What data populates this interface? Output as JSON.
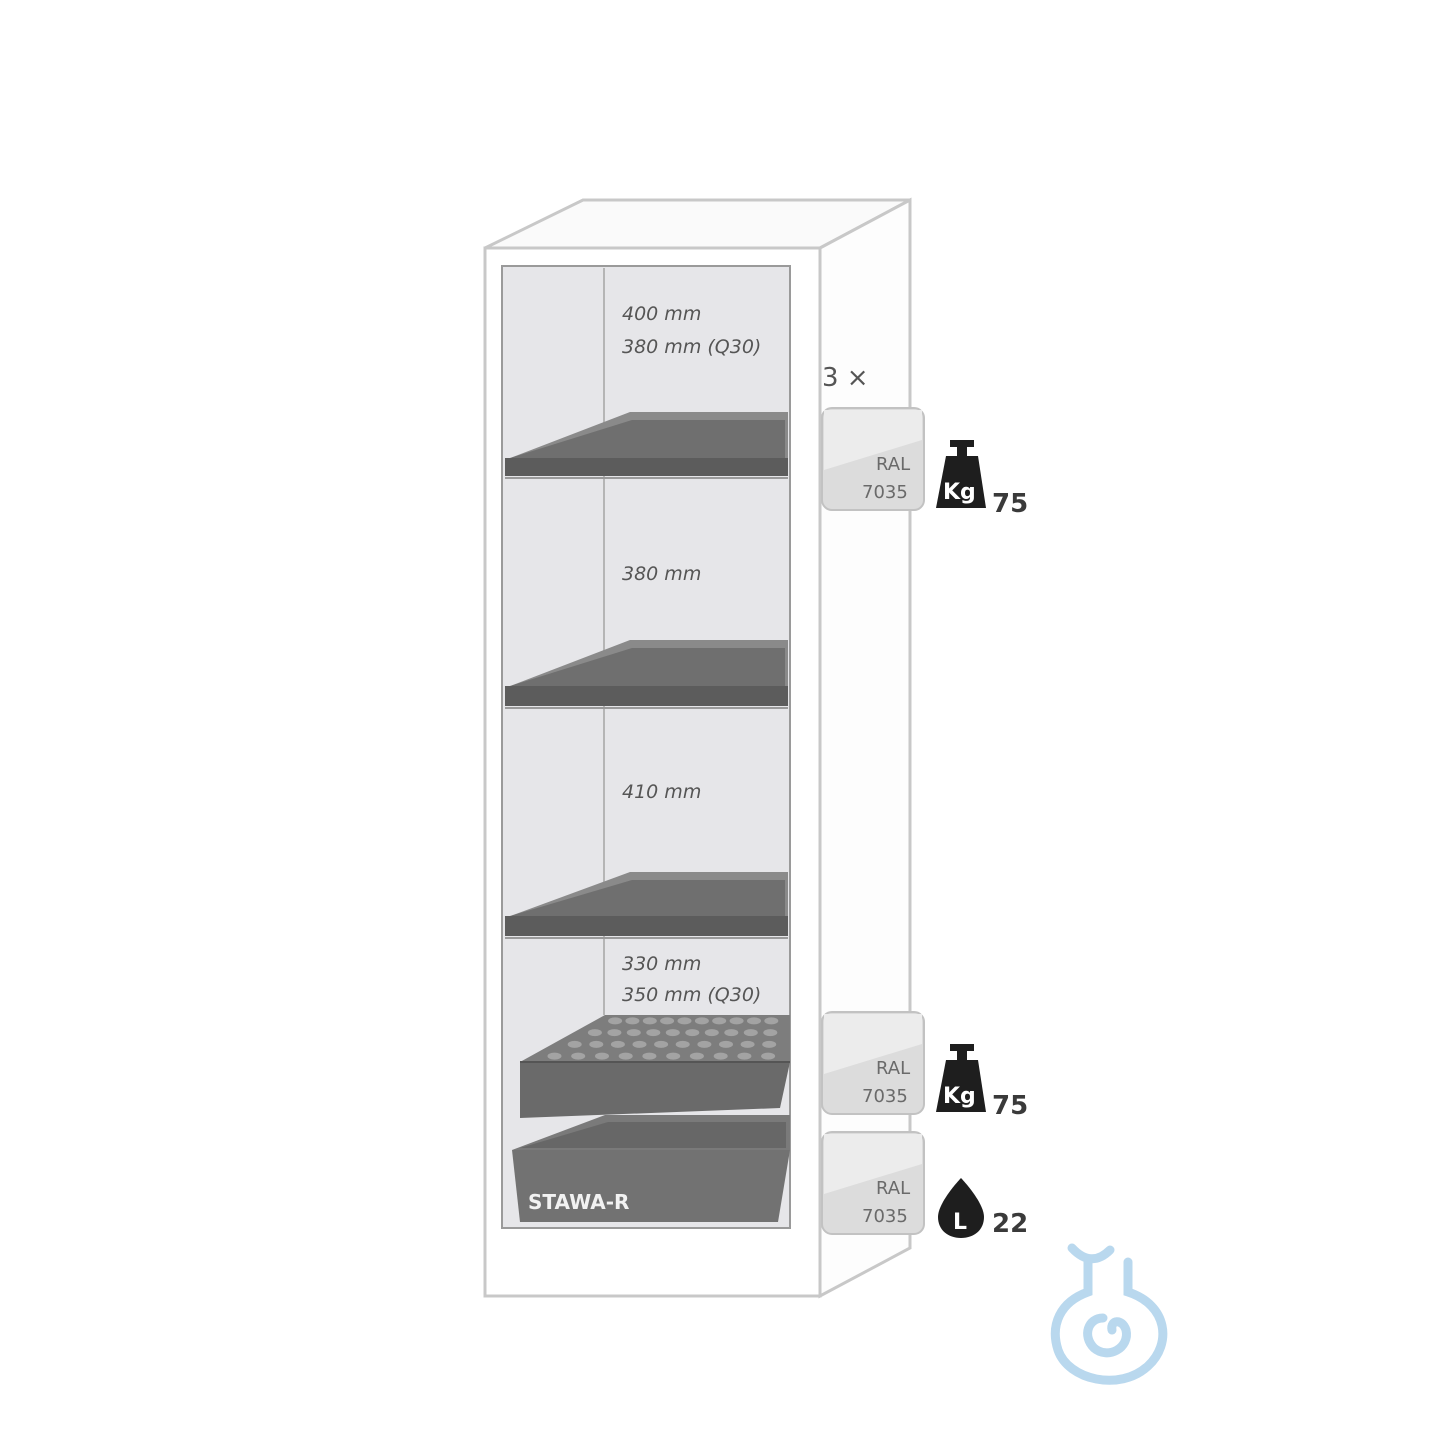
{
  "compartments": [
    {
      "line1": "400 mm",
      "line2": "380 mm (Q30)"
    },
    {
      "line1": "380 mm",
      "line2": ""
    },
    {
      "line1": "410 mm",
      "line2": ""
    },
    {
      "line1": "330 mm",
      "line2": "350 mm (Q30)"
    }
  ],
  "tray_label": "STAWA-R",
  "multiplier": "3 ×",
  "ral_swatches": [
    {
      "line1": "RAL",
      "line2": "7035"
    },
    {
      "line1": "RAL",
      "line2": "7035"
    },
    {
      "line1": "RAL",
      "line2": "7035"
    }
  ],
  "load_ratings": [
    {
      "icon": "weight-kg-icon",
      "letter": "Kg",
      "value": "75"
    },
    {
      "icon": "weight-kg-icon",
      "letter": "Kg",
      "value": "75"
    },
    {
      "icon": "liquid-drop-icon",
      "letter": "L",
      "value": "22"
    }
  ],
  "colors": {
    "cabinet_outline": "#c8c8c8",
    "interior": "#e6e6e9",
    "shelf": "#707070",
    "shelf_dark": "#4f4f4f",
    "swatch": "#dcdcdc",
    "icon": "#1e1e1e",
    "logo": "#b9d8ee"
  }
}
